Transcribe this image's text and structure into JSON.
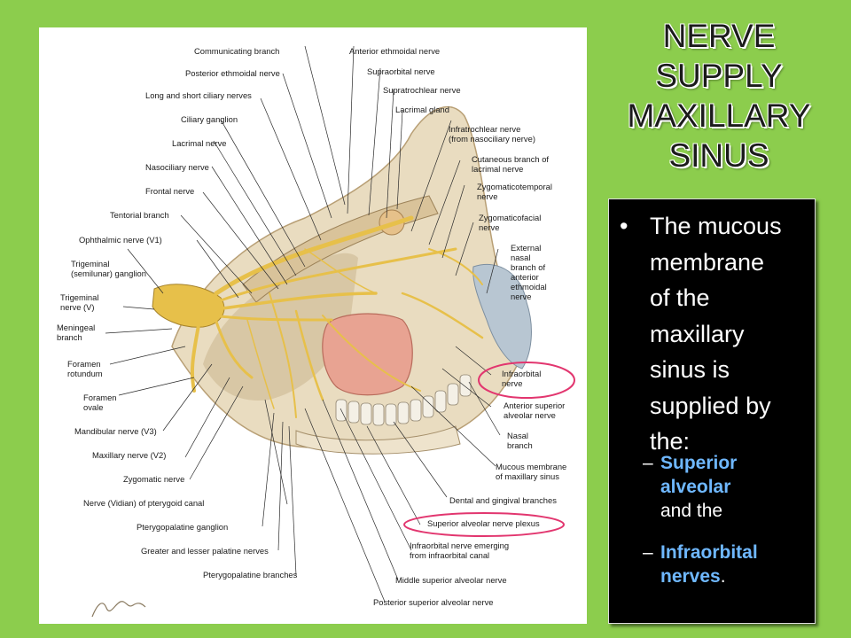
{
  "slide": {
    "title_lines": [
      "NERVE",
      "SUPPLY",
      "MAXILLARY",
      "SINUS"
    ],
    "bullet": {
      "lines": [
        "The mucous",
        "membrane",
        "of the",
        "maxillary",
        "sinus is",
        "supplied by",
        "the:"
      ]
    },
    "sub_items": [
      {
        "highlight_lines": [
          "Superior",
          "alveolar"
        ],
        "suffix": "and the"
      },
      {
        "highlight_lines": [
          "Infraorbital",
          "nerves"
        ],
        "suffix": "."
      }
    ],
    "colors": {
      "background": "#8ccd4d",
      "highlight_text": "#6fb8ff",
      "circle_annotation": "#e2366f",
      "nerve_yellow": "#e7c04a"
    }
  },
  "figure": {
    "labels_top": [
      "Communicating branch",
      "Posterior ethmoidal nerve",
      "Long and short ciliary nerves",
      "Ciliary ganglion",
      "Lacrimal nerve",
      "Nasociliary nerve",
      "Frontal nerve",
      "Tentorial branch",
      "Ophthalmic nerve (V1)"
    ],
    "labels_top_right": [
      "Anterior ethmoidal nerve",
      "Supraorbital nerve",
      "Supratrochlear nerve",
      "Lacrimal gland"
    ],
    "labels_left": [
      "Trigeminal",
      "(semilunar) ganglion",
      "Trigeminal",
      "nerve (V)",
      "Meningeal",
      "branch",
      "Foramen",
      "rotundum",
      "Foramen",
      "ovale",
      "Mandibular nerve (V3)",
      "Maxillary nerve (V2)",
      "Zygomatic nerve",
      "Nerve (Vidian) of pterygoid canal",
      "Pterygopalatine ganglion",
      "Greater and lesser palatine nerves",
      "Pterygopalatine branches"
    ],
    "labels_right": [
      "Infratrochlear nerve",
      "(from nasociliary nerve)",
      "Cutaneous branch of",
      "lacrimal nerve",
      "Zygomaticotemporal",
      "nerve",
      "Zygomaticofacial",
      "nerve",
      "External",
      "nasal",
      "branch of",
      "anterior",
      "ethmoidal",
      "nerve",
      "Infraorbital",
      "nerve",
      "Anterior superior",
      "alveolar nerve",
      "Nasal",
      "branch",
      "Mucous membrane",
      "of maxillary sinus",
      "Dental and gingival branches",
      "Superior alveolar nerve plexus",
      "Infraorbital nerve emerging",
      "from infraorbital canal",
      "Middle superior alveolar nerve",
      "Posterior superior alveolar nerve"
    ]
  }
}
